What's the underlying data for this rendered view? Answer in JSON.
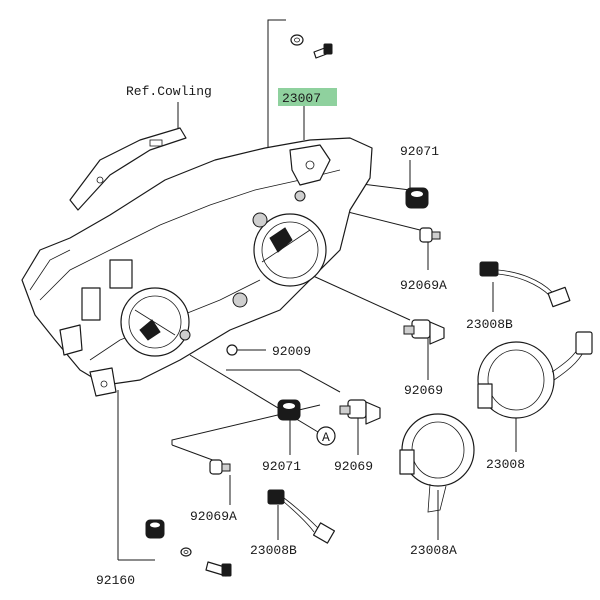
{
  "diagram": {
    "ref_label": "Ref.Cowling",
    "main_part": "23007",
    "highlight_color": "#8fd19e",
    "callouts": {
      "c92071_top": "92071",
      "c92069a_top": "92069A",
      "c23008b_top": "23008B",
      "c92009": "92009",
      "c92069_mid": "92069",
      "c23008_right": "23008",
      "c92071_bot": "92071",
      "c92069_bot": "92069",
      "c92069a_bot": "92069A",
      "c23008b_bot": "23008B",
      "c23008a": "23008A",
      "c92160": "92160",
      "circle_a": "A"
    }
  }
}
